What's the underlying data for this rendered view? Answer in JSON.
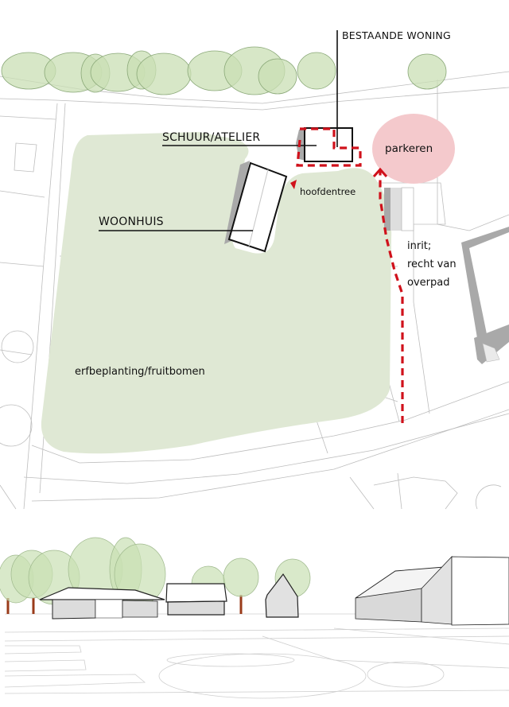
{
  "plan": {
    "labels": {
      "existing_house": "BESTAANDE WONING",
      "barn": "SCHUUR/ATELIER",
      "house": "WOONHUIS",
      "main_entrance": "hoofdentree",
      "parking": "parkeren",
      "driveway_line1": "inrit;",
      "driveway_line2": "recht van",
      "driveway_line3": "overpad",
      "planting": "erfbeplanting/fruitbomen"
    },
    "colors": {
      "garden": "#dfe8d4",
      "parking": "#f4c9cc",
      "route": "#d0111b",
      "tree_fill": "#c9dfb4",
      "tree_stroke": "#8aa878",
      "line": "#b8b8b8",
      "shadow": "#a9a9a9"
    }
  },
  "elevation": {
    "trunk_color": "#9a3b1a",
    "building_face": "#dcdcdc",
    "roof_face": "#ffffff"
  }
}
